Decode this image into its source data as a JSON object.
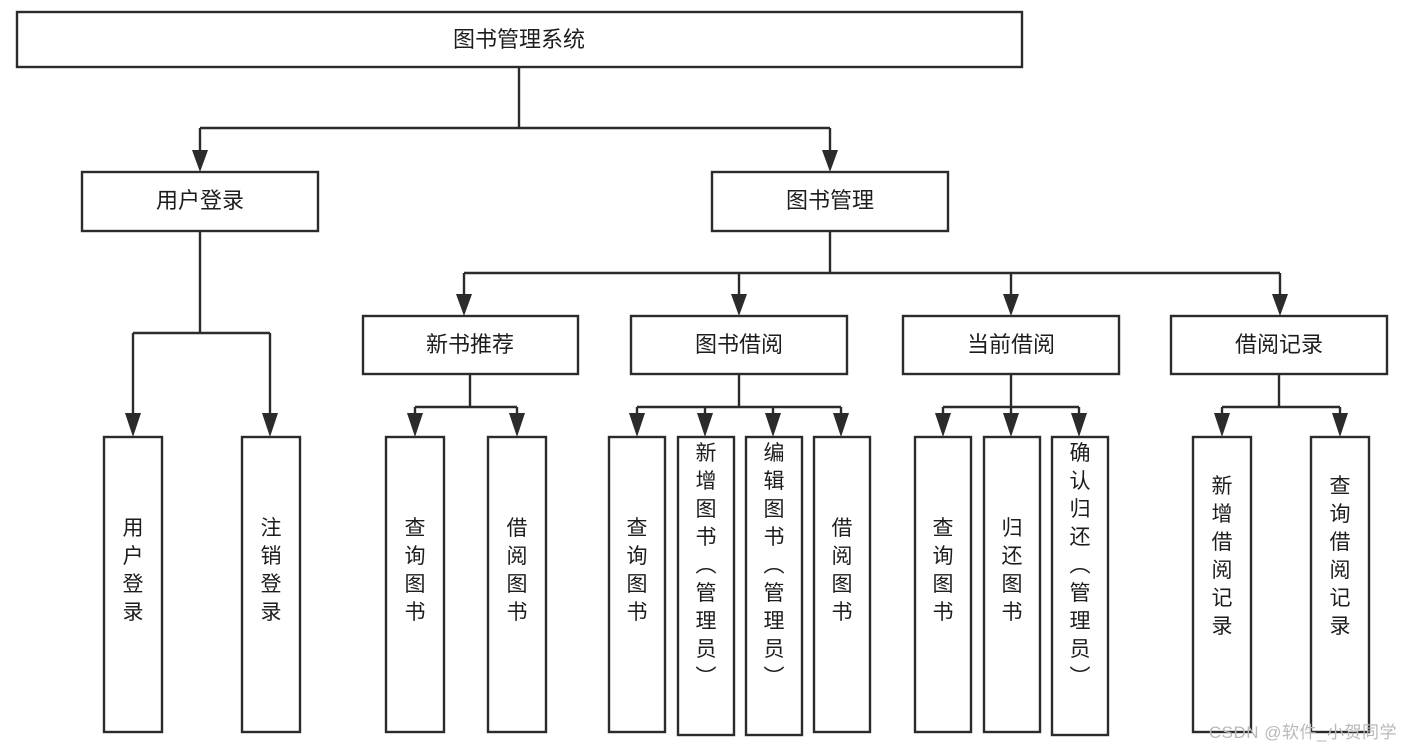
{
  "diagram": {
    "title": "图书管理系统",
    "type": "hierarchy-tree",
    "watermark": "CSDN @软件_小贺同学",
    "colors": {
      "stroke": "#2b2b2b",
      "fill": "#ffffff",
      "text": "#1d1d1d",
      "watermark": "#b9b9b9"
    },
    "levels": {
      "root": {
        "label": "图书管理系统"
      },
      "level2": [
        {
          "label": "用户登录"
        },
        {
          "label": "图书管理"
        }
      ],
      "level3": [
        {
          "label": "新书推荐"
        },
        {
          "label": "图书借阅"
        },
        {
          "label": "当前借阅"
        },
        {
          "label": "借阅记录"
        }
      ],
      "leaves": [
        {
          "label": "用户登录",
          "parent": "用户登录"
        },
        {
          "label": "注销登录",
          "parent": "用户登录"
        },
        {
          "label": "查询图书",
          "parent": "新书推荐"
        },
        {
          "label": "借阅图书",
          "parent": "新书推荐"
        },
        {
          "label": "查询图书",
          "parent": "图书借阅"
        },
        {
          "label": "新增图书（管理员）",
          "parent": "图书借阅"
        },
        {
          "label": "编辑图书（管理员）",
          "parent": "图书借阅"
        },
        {
          "label": "借阅图书",
          "parent": "图书借阅"
        },
        {
          "label": "查询图书",
          "parent": "当前借阅"
        },
        {
          "label": "归还图书",
          "parent": "当前借阅"
        },
        {
          "label": "确认归还（管理员）",
          "parent": "当前借阅"
        },
        {
          "label": "新增借阅记录",
          "parent": "借阅记录"
        },
        {
          "label": "查询借阅记录",
          "parent": "借阅记录"
        }
      ]
    }
  }
}
